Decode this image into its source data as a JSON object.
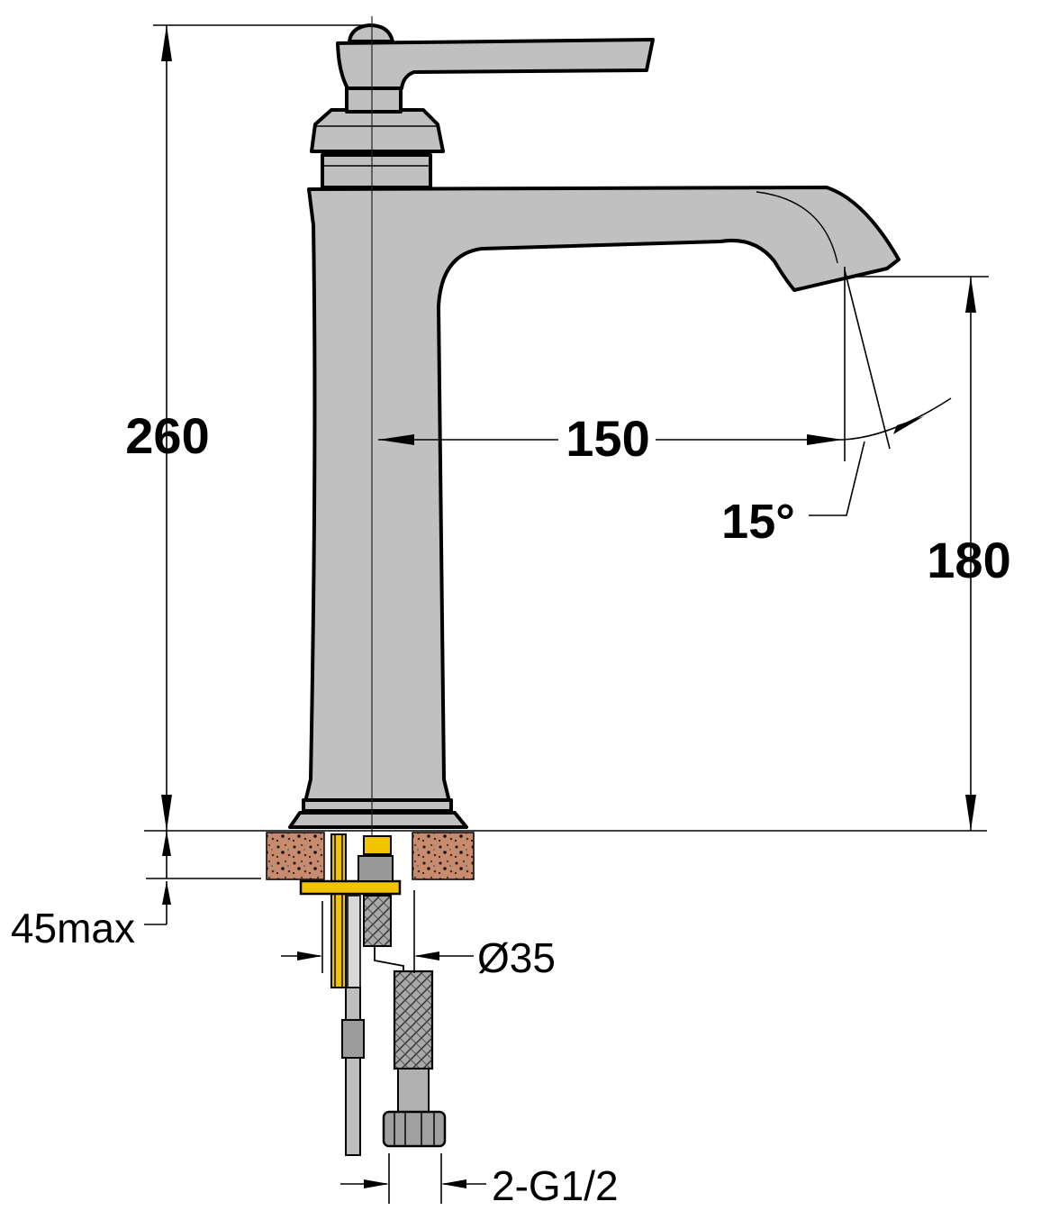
{
  "dimensions": {
    "total_height": "260",
    "spout_reach": "150",
    "spout_height": "180",
    "spout_angle": "15°",
    "deck_thickness": "45max",
    "hole_diameter": "Ø35",
    "connection": "2-G1/2"
  },
  "colors": {
    "body": "#c0c0c0",
    "outline": "#000000",
    "countertop": "#c98b6e",
    "brass": "#f2c400"
  }
}
